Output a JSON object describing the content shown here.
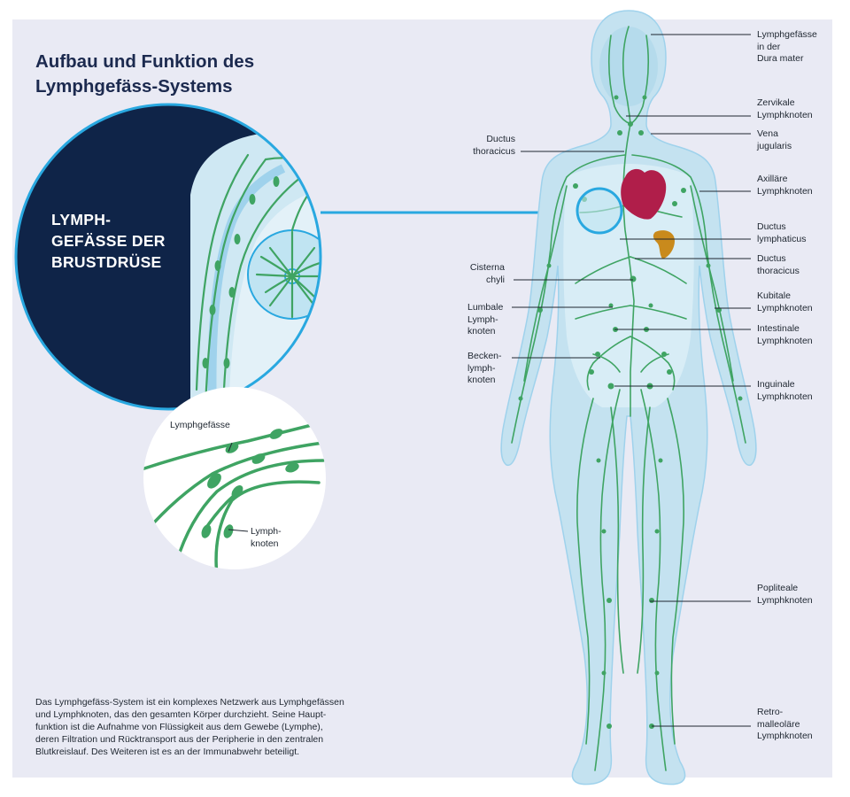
{
  "title_lines": [
    "Aufbau und Funktion des",
    "Lymphgefäss-Systems"
  ],
  "zoom_label_lines": [
    "LYMPH-",
    "GEFÄSSE DER",
    "BRUSTDRÜSE"
  ],
  "detail": {
    "vessels_label": "Lymphgefässe",
    "nodes_label_lines": [
      "Lymph-",
      "knoten"
    ]
  },
  "description_lines": [
    "Das Lymphgefäss-System ist ein komplexes Netzwerk aus Lymphgefässen",
    "und Lymphknoten, das den gesamten Körper durchzieht. Seine Haupt-",
    "funktion ist die Aufnahme von Flüssigkeit aus dem Gewebe (Lymphe),",
    "deren Filtration und Rücktransport aus der Peripherie in den zentralen",
    "Blutkreislauf. Des Weiteren ist es an der Immunabwehr beteiligt."
  ],
  "right_labels": [
    {
      "lines": [
        "Lymphgefässe",
        "in der",
        "Dura mater"
      ]
    },
    {
      "lines": [
        "Zervikale",
        "Lymphknoten"
      ]
    },
    {
      "lines": [
        "Vena",
        "jugularis"
      ]
    },
    {
      "lines": [
        "Axilläre",
        "Lymphknoten"
      ]
    },
    {
      "lines": [
        "Ductus",
        "lymphaticus"
      ]
    },
    {
      "lines": [
        "Ductus",
        "thoracicus"
      ]
    },
    {
      "lines": [
        "Kubitale",
        "Lymphknoten"
      ]
    },
    {
      "lines": [
        "Intestinale",
        "Lymphknoten"
      ]
    },
    {
      "lines": [
        "Inguinale",
        "Lymphknoten"
      ]
    },
    {
      "lines": [
        "Popliteale",
        "Lymphknoten"
      ]
    },
    {
      "lines": [
        "Retro-",
        "malleoläre",
        "Lymphknoten"
      ]
    }
  ],
  "left_labels": [
    {
      "lines": [
        "Ductus",
        "thoracicus"
      ]
    },
    {
      "lines": [
        "Cisterna",
        "chyli"
      ]
    },
    {
      "lines": [
        "Lumbale",
        "Lymph-",
        "knoten"
      ]
    },
    {
      "lines": [
        "Becken-",
        "lymph-",
        "knoten"
      ]
    }
  ],
  "colors": {
    "panel": "#e9eaf4",
    "navy": "#0f2448",
    "vessel_green": "#3fa463",
    "body_blue": "#c4e2f0",
    "accent_blue": "#29a8e0",
    "heart": "#b01e4a",
    "spleen": "#c98a1c"
  }
}
